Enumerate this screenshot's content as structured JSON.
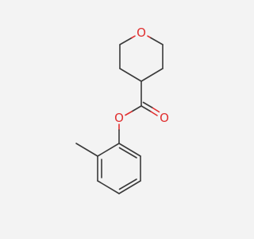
{
  "molecule": {
    "atoms": [
      {
        "id": "O_ring",
        "symbol": "O",
        "color": "#e03030"
      },
      {
        "id": "O_ester",
        "symbol": "O",
        "color": "#e03030"
      },
      {
        "id": "O_carbonyl",
        "symbol": "O",
        "color": "#e03030"
      }
    ],
    "bond_color": "#3a3a3a",
    "heteroatom_color": "#e03030",
    "background": "#f3f3f3"
  }
}
